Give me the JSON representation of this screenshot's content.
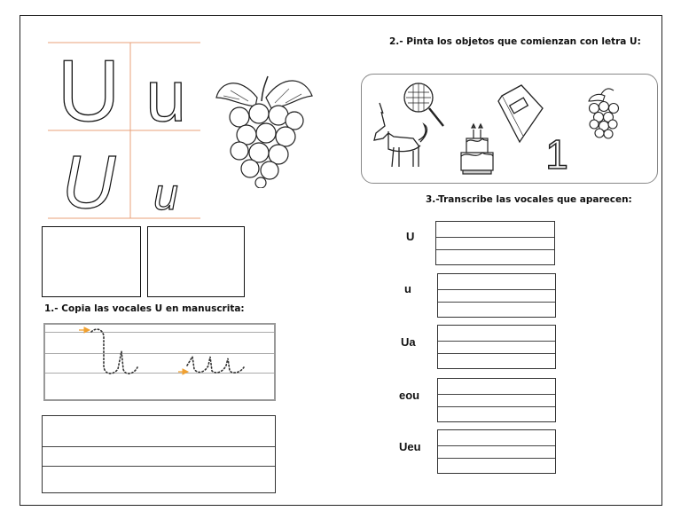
{
  "sections": {
    "s1_title": "1.- Copia las vocales U en manuscrita:",
    "s2_title": "2.- Pinta los objetos que comienzan con letra U:",
    "s3_title": "3.-Transcribe las vocales que aparecen:"
  },
  "letters": {
    "upper_print": "U",
    "lower_print": "u",
    "upper_cursive": "U",
    "lower_cursive": "u"
  },
  "objects": {
    "number": "1"
  },
  "transcribe_rows": [
    {
      "label": "U"
    },
    {
      "label": "u"
    },
    {
      "label": "Ua"
    },
    {
      "label": "eou"
    },
    {
      "label": "Ueu"
    }
  ],
  "colors": {
    "guide_line": "#e8a07a",
    "arrow": "#f0a030",
    "border": "#222222",
    "tracing_box": "#999999"
  },
  "icons": [
    "grapes-icon",
    "unicorn-icon",
    "racket-icon",
    "cake-icon",
    "book-icon",
    "number-one-icon",
    "arrow-icon"
  ]
}
